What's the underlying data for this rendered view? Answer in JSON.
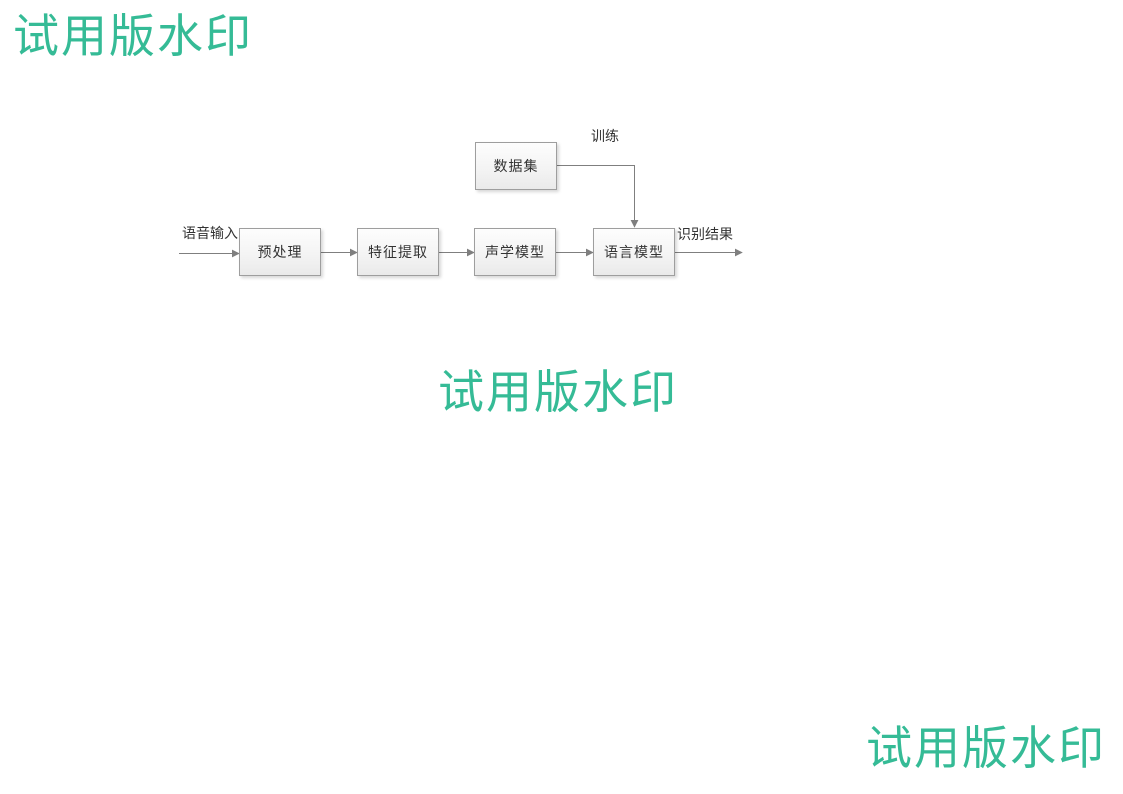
{
  "watermark": {
    "text": "试用版水印",
    "color": "#35BB96"
  },
  "diagram": {
    "title_hint": "speech-recognition-flowchart",
    "nodes": [
      {
        "id": "dataset",
        "label": "数据集"
      },
      {
        "id": "preprocess",
        "label": "预处理"
      },
      {
        "id": "feature-extraction",
        "label": "特征提取"
      },
      {
        "id": "acoustic-model",
        "label": "声学模型"
      },
      {
        "id": "language-model",
        "label": "语言模型"
      }
    ],
    "edge_labels": {
      "input": "语音输入",
      "training": "训练",
      "output": "识别结果"
    },
    "line_color": "#7f7f7f",
    "node_border_color": "#9e9e9e",
    "text_color": "#333333",
    "background_color": "#ffffff"
  }
}
